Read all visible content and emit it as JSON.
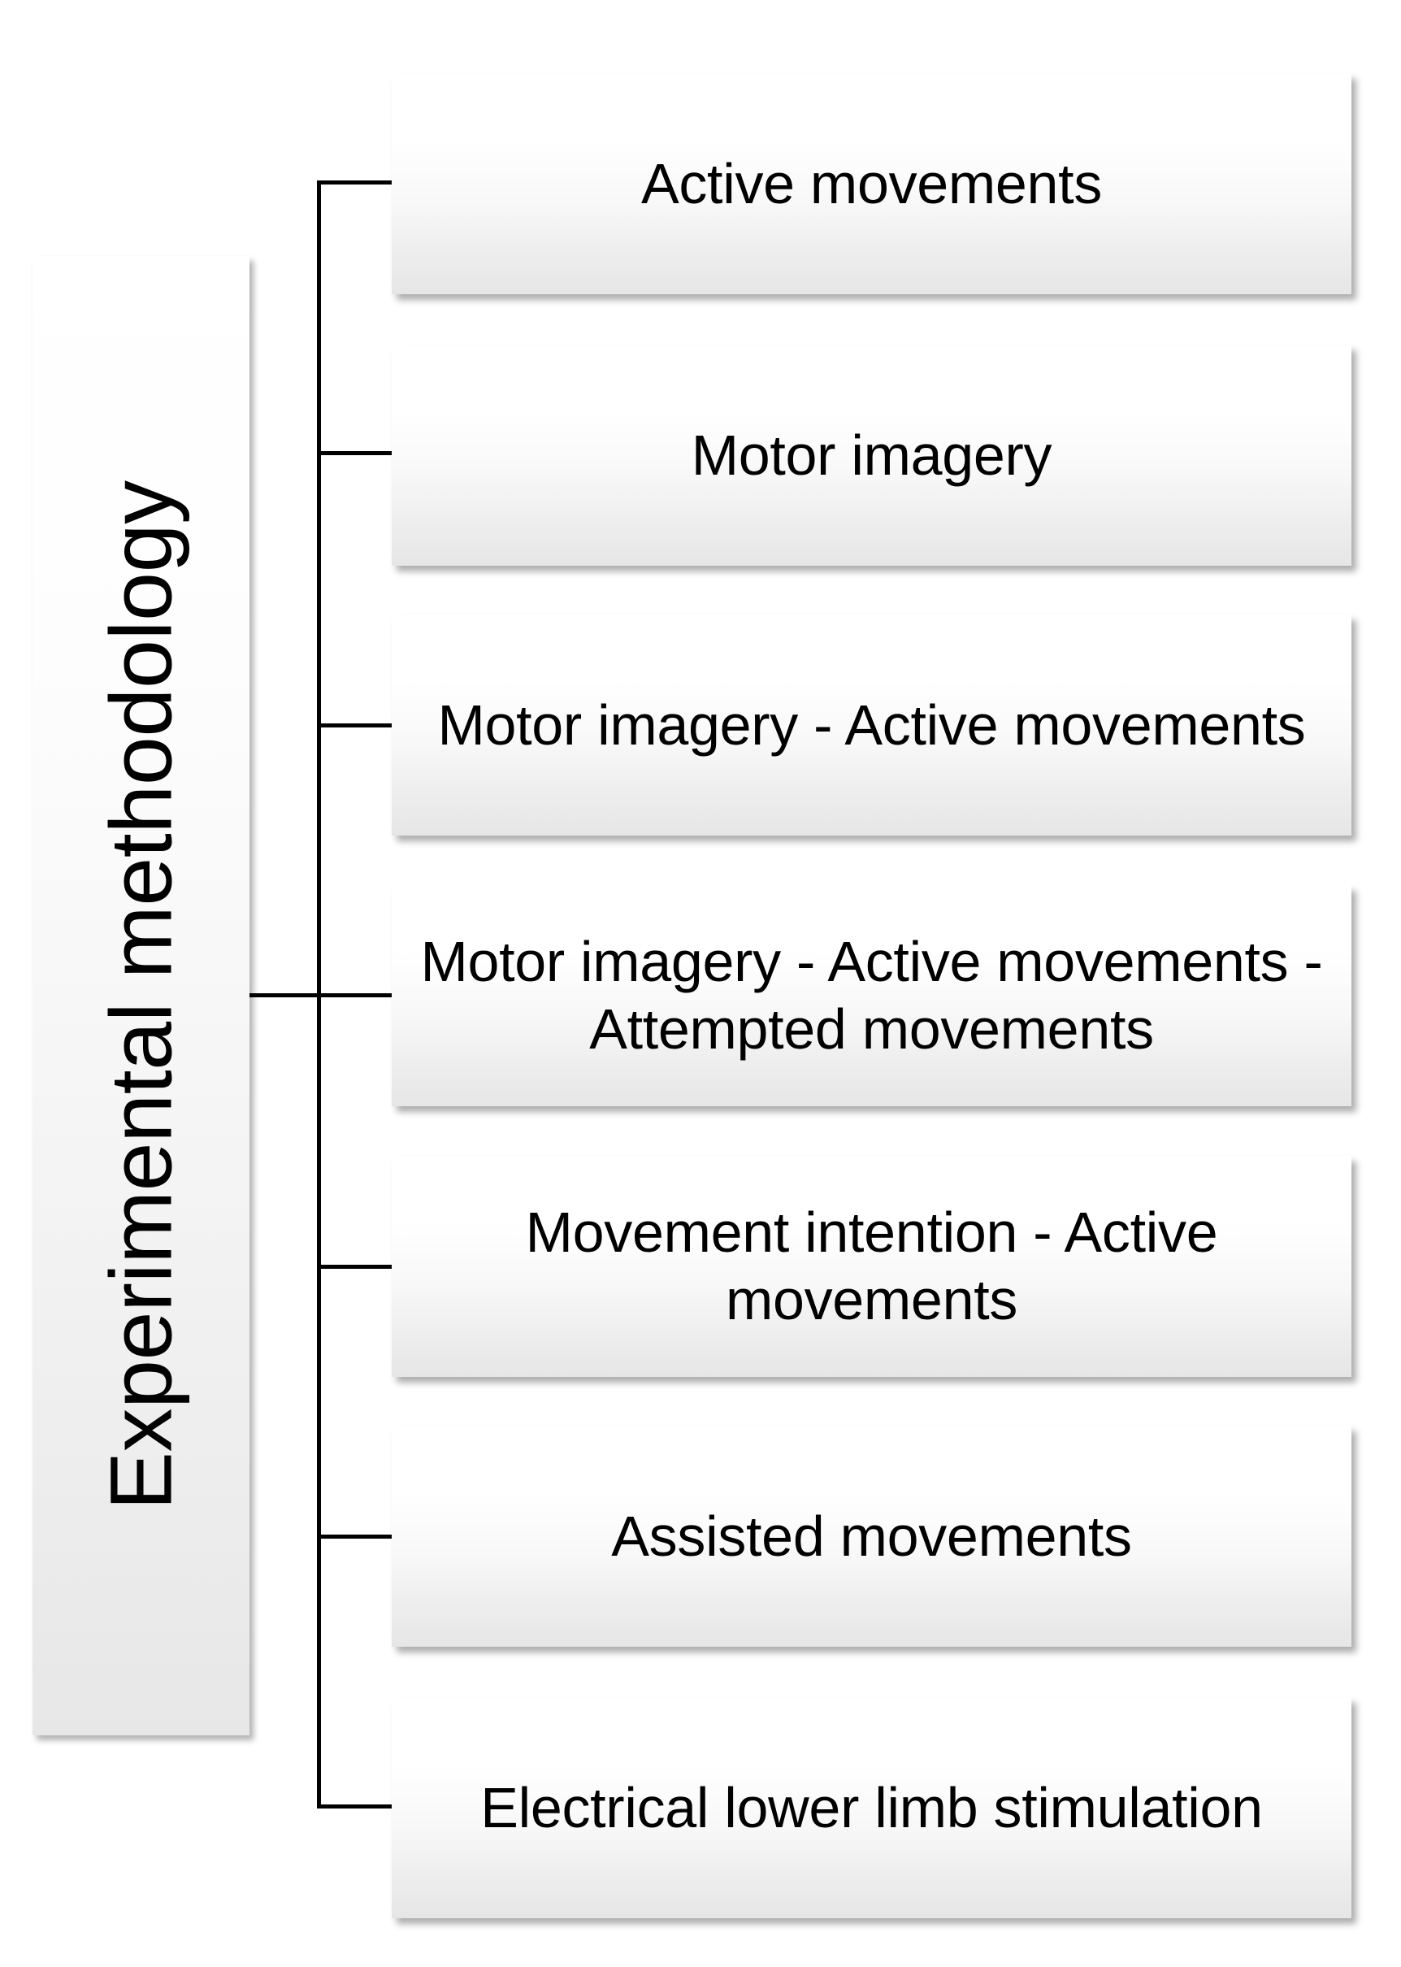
{
  "diagram": {
    "type": "horizontal-tree",
    "root": {
      "label": "Experimental methodology",
      "orientation": "vertical-rotated-90ccw"
    },
    "children": [
      {
        "label": "Active movements"
      },
      {
        "label": "Motor imagery"
      },
      {
        "label": "Motor imagery - Active movements"
      },
      {
        "label": "Motor imagery - Active movements - Attempted movements"
      },
      {
        "label": "Movement intention - Active movements"
      },
      {
        "label": "Assisted movements"
      },
      {
        "label": "Electrical lower limb stimulation"
      }
    ],
    "colors": {
      "node_fill_top": "#ffffff",
      "node_fill_bottom": "#e6e6e6",
      "connector": "#000000",
      "text": "#000000",
      "background": "#ffffff"
    }
  }
}
